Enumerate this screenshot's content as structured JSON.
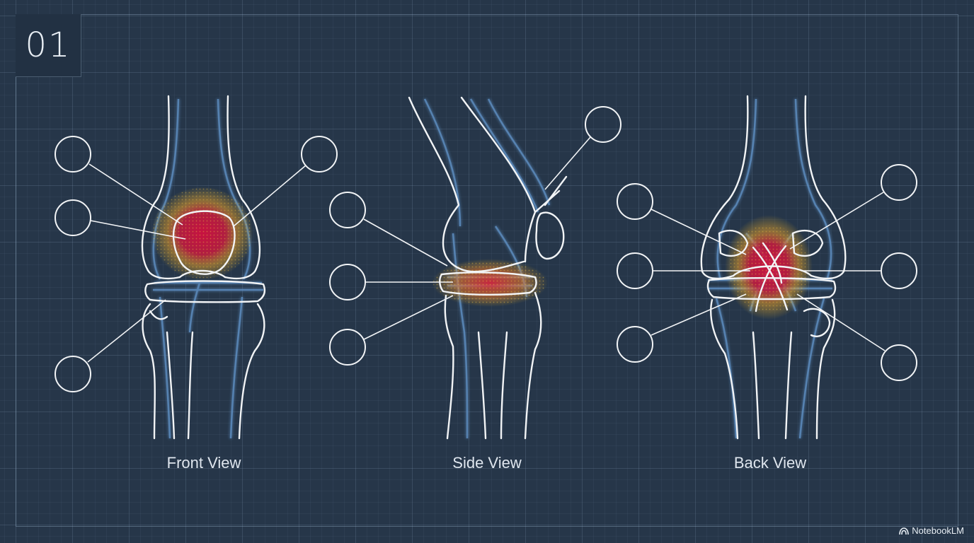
{
  "slide": {
    "number": "01"
  },
  "views": [
    {
      "id": "front",
      "label": "Front View"
    },
    {
      "id": "side",
      "label": "Side View"
    },
    {
      "id": "back",
      "label": "Back View"
    }
  ],
  "watermark": {
    "text": "NotebookLM",
    "icon": "notebooklm-logo-icon"
  },
  "colors": {
    "background": "#263649",
    "bone_outline": "#f2f4f6",
    "soft_tissue_outline": "#5e90c4",
    "inflammation_core": "#c8163c",
    "inflammation_halo": "#e8b324"
  }
}
